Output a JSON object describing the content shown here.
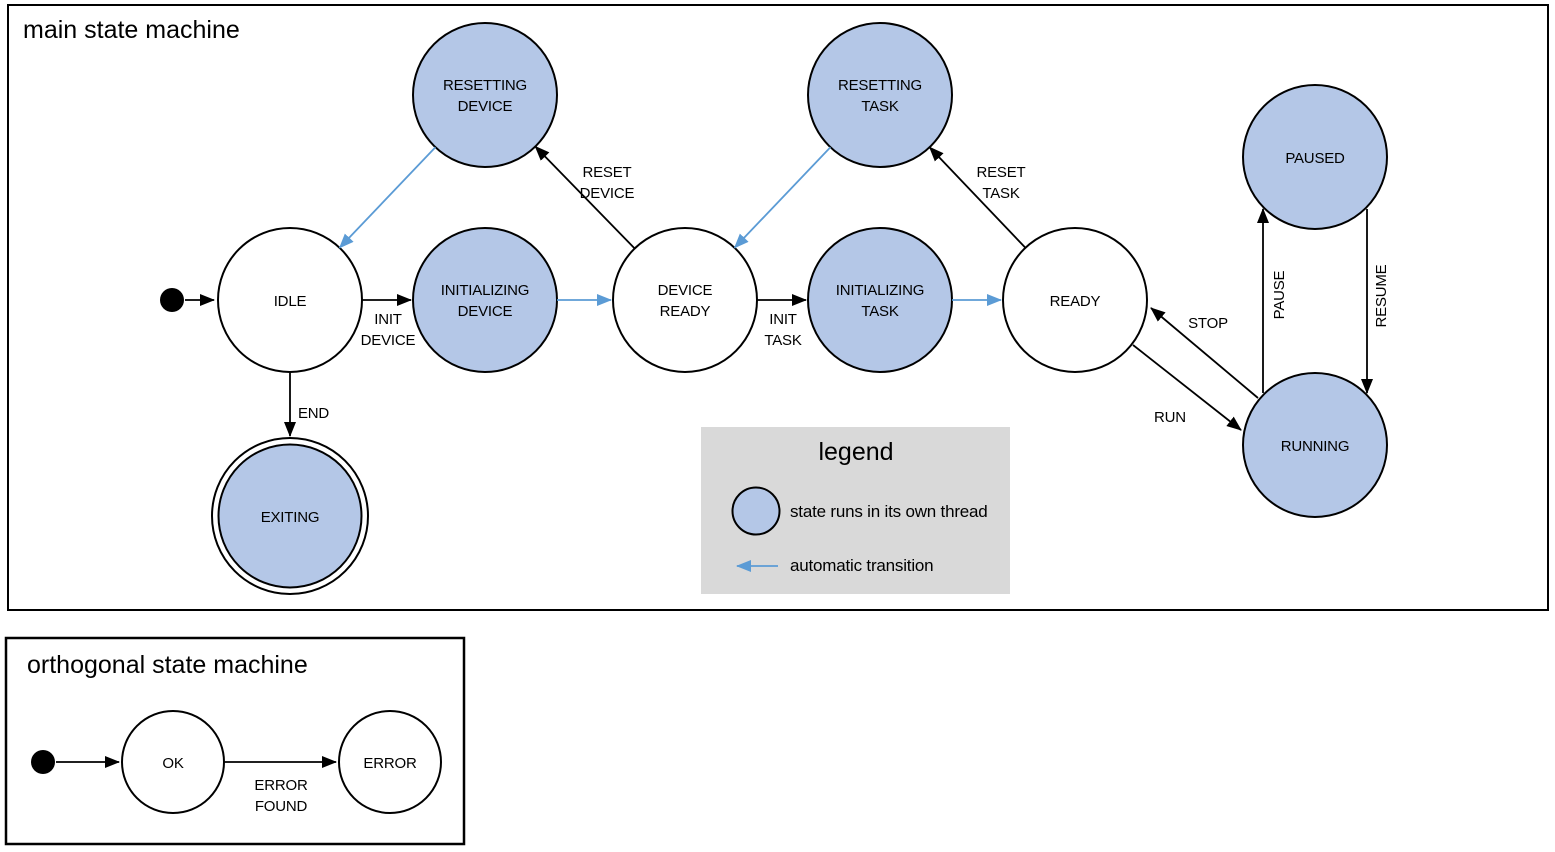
{
  "colors": {
    "threaded_state_fill": "#b4c7e7",
    "plain_state_fill": "#ffffff",
    "outline": "#000000",
    "auto_transition_blue": "#5b9bd5",
    "legend_background": "#d9d9d9"
  },
  "main_machine": {
    "title": "main state machine",
    "states": {
      "idle": {
        "label": "IDLE"
      },
      "initializing_device": {
        "line1": "INITIALIZING",
        "line2": "DEVICE"
      },
      "device_ready": {
        "line1": "DEVICE",
        "line2": "READY"
      },
      "initializing_task": {
        "line1": "INITIALIZING",
        "line2": "TASK"
      },
      "ready": {
        "label": "READY"
      },
      "resetting_device": {
        "line1": "RESETTING",
        "line2": "DEVICE"
      },
      "resetting_task": {
        "line1": "RESETTING",
        "line2": "TASK"
      },
      "paused": {
        "label": "PAUSED"
      },
      "running": {
        "label": "RUNNING"
      },
      "exiting": {
        "label": "EXITING"
      }
    },
    "transition_labels": {
      "init_device": {
        "line1": "INIT",
        "line2": "DEVICE"
      },
      "init_task": {
        "line1": "INIT",
        "line2": "TASK"
      },
      "reset_device": {
        "line1": "RESET",
        "line2": "DEVICE"
      },
      "reset_task": {
        "line1": "RESET",
        "line2": "TASK"
      },
      "end": "END",
      "run": "RUN",
      "stop": "STOP",
      "pause": "PAUSE",
      "resume": "RESUME"
    }
  },
  "legend": {
    "title": "legend",
    "threaded_state_label": "state runs in its own thread",
    "auto_transition_label": "automatic transition"
  },
  "orthogonal_machine": {
    "title": "orthogonal state machine",
    "states": {
      "ok": {
        "label": "OK"
      },
      "error": {
        "label": "ERROR"
      }
    },
    "transition_labels": {
      "error_found": {
        "line1": "ERROR",
        "line2": "FOUND"
      }
    }
  }
}
